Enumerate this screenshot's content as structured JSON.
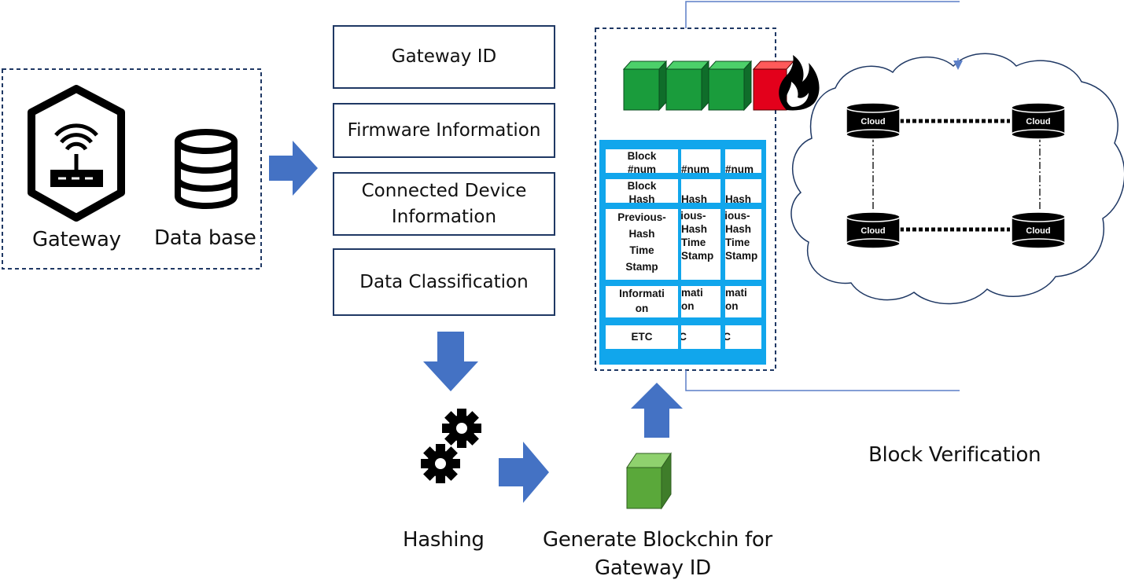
{
  "source_panel": {
    "gateway_label": "Gateway",
    "database_label": "Data base"
  },
  "info_boxes": [
    {
      "text": "Gateway ID"
    },
    {
      "text": "Firmware Information"
    },
    {
      "text": "Connected Device\nInformation"
    },
    {
      "text": "Data Classification"
    }
  ],
  "block_fields": [
    "Block\n#num",
    "Block\nHash",
    "Previous-\nHash\nTime\nStamp",
    "Informati\non",
    "ETC"
  ],
  "cloud_nodes": [
    "Cloud",
    "Cloud",
    "Cloud",
    "Cloud"
  ],
  "steps": {
    "hashing": "Hashing",
    "generate_line1": "Generate Blockchin for",
    "generate_line2": "Gateway ID",
    "verification": "Block Verification"
  },
  "colors": {
    "arrow": "#4472c4",
    "dash_border": "#1f3864",
    "block_green": "#1a9c3c",
    "block_red": "#e3001b",
    "table_blue": "#11a6ec",
    "new_block": "#5aa83a"
  }
}
